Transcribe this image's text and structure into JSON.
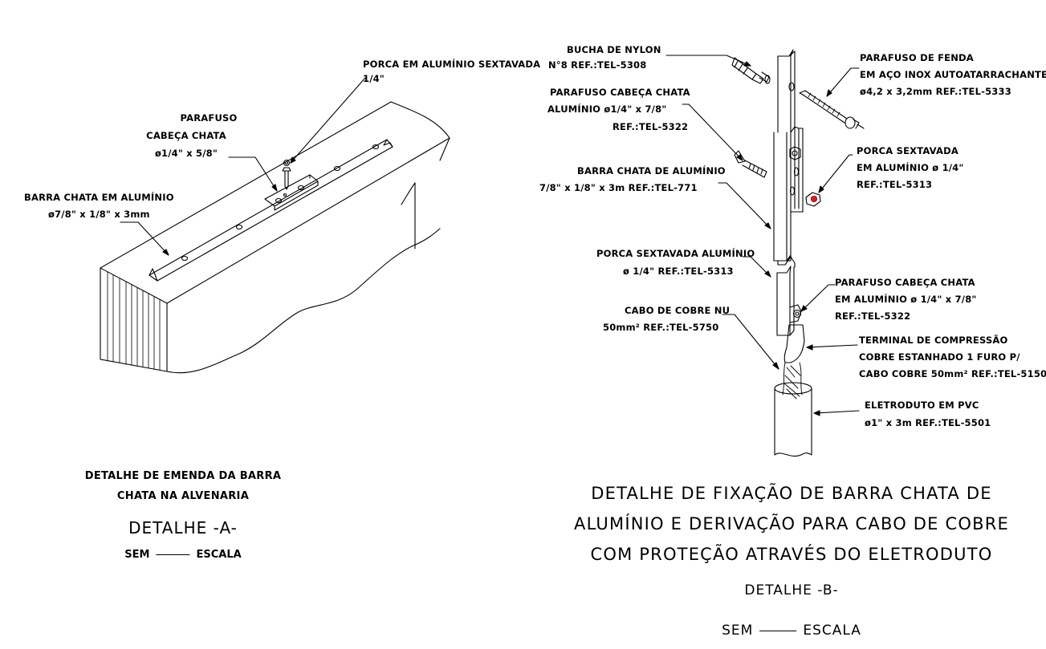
{
  "detail_a": {
    "labels": {
      "porca_l1": "PORCA EM ALUMÍNIO SEXTAVADA",
      "porca_l2": "1/4\"",
      "parafuso_l1": "PARAFUSO",
      "parafuso_l2": "CABEÇA CHATA",
      "parafuso_l3": "ø1/4\" x 5/8\"",
      "barra_l1": "BARRA CHATA EM ALUMÍNIO",
      "barra_l2": "ø7/8\" x 1/8\" x 3mm"
    },
    "title_l1": "DETALHE DE EMENDA DA BARRA",
    "title_l2": "CHATA NA ALVENARIA",
    "subtitle": "DETALHE -A-",
    "scale_left": "SEM",
    "scale_right": "ESCALA"
  },
  "detail_b": {
    "labels": {
      "bucha_l1": "BUCHA DE NYLON",
      "bucha_l2": "N°8 REF.:TEL-5308",
      "pcc_l1": "PARAFUSO CABEÇA CHATA",
      "pcc_l2": "ALUMÍNIO ø1/4\" x 7/8\"",
      "pcc_l3": "REF.:TEL-5322",
      "barra_l1": "BARRA CHATA DE ALUMÍNIO",
      "barra_l2": "7/8\" x 1/8\" x 3m REF.:TEL-771",
      "porca_alu_l1": "PORCA SEXTAVADA ALUMÍNIO",
      "porca_alu_l2": "ø 1/4\" REF.:TEL-5313",
      "cabo_l1": "CABO DE COBRE NU",
      "cabo_l2": "50mm² REF.:TEL-5750",
      "fenda_l1": "PARAFUSO DE FENDA",
      "fenda_l2": "EM AÇO INOX AUTOATARRACHANTE",
      "fenda_l3": "ø4,2 x 3,2mm REF.:TEL-5333",
      "porca_sext_l1": "PORCA SEXTAVADA",
      "porca_sext_l2": "EM ALUMÍNIO ø 1/4\"",
      "porca_sext_l3": "REF.:TEL-5313",
      "pcc2_l1": "PARAFUSO CABEÇA CHATA",
      "pcc2_l2": "EM ALUMÍNIO ø 1/4\" x 7/8\"",
      "pcc2_l3": "REF.:TEL-5322",
      "term_l1": "TERMINAL DE COMPRESSÃO",
      "term_l2": "COBRE ESTANHADO 1 FURO P/",
      "term_l3": "CABO COBRE 50mm² REF.:TEL-5150",
      "eletro_l1": "ELETRODUTO EM PVC",
      "eletro_l2": "ø1\" x 3m REF.:TEL-5501"
    },
    "title_l1": "DETALHE DE FIXAÇÃO DE BARRA CHATA DE",
    "title_l2": "ALUMÍNIO E DERIVAÇÃO PARA CABO DE COBRE",
    "title_l3": "COM PROTEÇÃO ATRAVÉS DO ELETRODUTO",
    "subtitle": "DETALHE -B-",
    "scale_left": "SEM",
    "scale_right": "ESCALA"
  }
}
